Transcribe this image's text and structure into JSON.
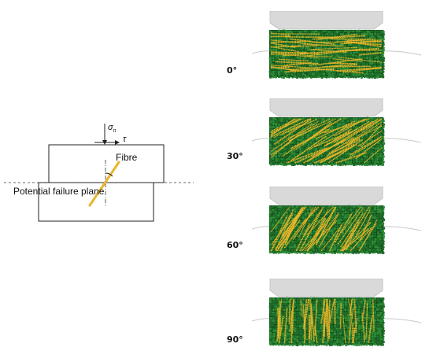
{
  "schematic": {
    "sigma_label": "σ",
    "sigma_subscript": "n",
    "tau_label": "τ",
    "fibre_label": "Fibre",
    "plane_label": "Potential failure plane"
  },
  "panels": [
    {
      "angle": 0,
      "label": "0°"
    },
    {
      "angle": 30,
      "label": "30°"
    },
    {
      "angle": 60,
      "label": "60°"
    },
    {
      "angle": 90,
      "label": "90°"
    }
  ],
  "colors": {
    "fibre": "#e8b52a",
    "particles": "#1f6e2a",
    "particle_dark": "#124a1a",
    "plate": "#d9d9d9",
    "line": "#222222"
  }
}
